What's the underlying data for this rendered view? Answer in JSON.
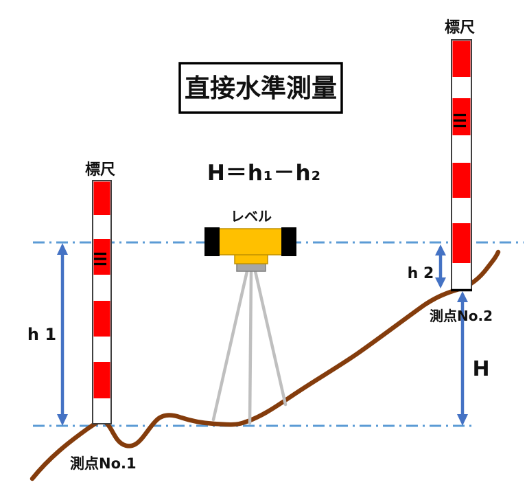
{
  "title": "直接水準測量",
  "formula": "H＝h₁－h₂",
  "labels": {
    "rod_left": "標尺",
    "rod_right": "標尺",
    "level": "レベル",
    "h1": "h 1",
    "h2": "h 2",
    "height_diff": "H",
    "station1": "測点No.1",
    "station2": "測点No.2"
  },
  "colors": {
    "arrow_blue": "#4472C4",
    "sight_line_blue": "#5B9BD5",
    "rod_red": "#FF0000",
    "rod_border": "#3F3F3F",
    "level_yellow": "#FFC000",
    "level_yellow_border": "#BF9000",
    "level_black": "#000000",
    "base_gray": "#A6A6A6",
    "tripod_gray": "#BFBFBF",
    "terrain_brown": "#843C0C",
    "text_black": "#111111"
  }
}
